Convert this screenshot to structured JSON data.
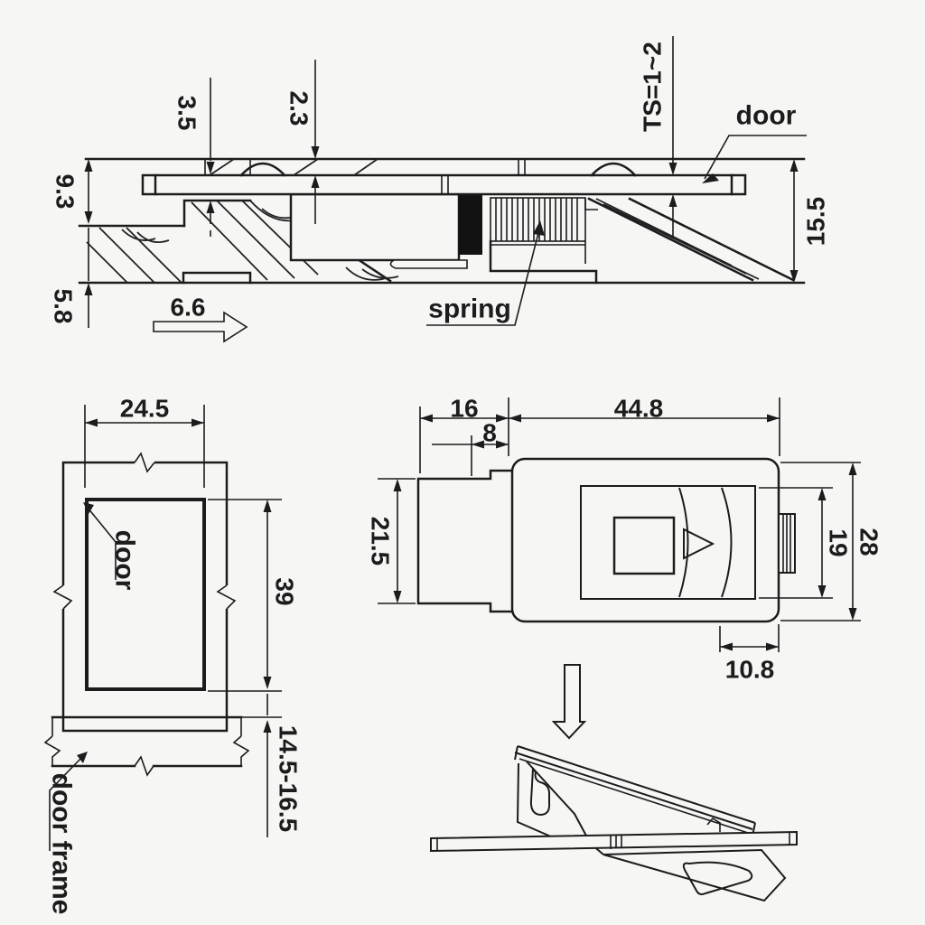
{
  "drawing": {
    "title": "touch latch technical drawing",
    "background_color": "#f6f6f5",
    "line_color": "#1c1c1c",
    "labels": {
      "door_section": "door",
      "spring": "spring",
      "ts": "TS=1~2",
      "door_front": "door",
      "door_frame": "door frame"
    },
    "dims": {
      "s35": "3.5",
      "s23": "2.3",
      "s93": "9.3",
      "s58": "5.8",
      "s66": "6.6",
      "s155": "15.5",
      "f245": "24.5",
      "f39": "39",
      "f145": "14.5-16.5",
      "l16": "16",
      "l8": "8",
      "l448": "44.8",
      "l215": "21.5",
      "l19": "19",
      "l28": "28",
      "l108": "10.8"
    }
  }
}
